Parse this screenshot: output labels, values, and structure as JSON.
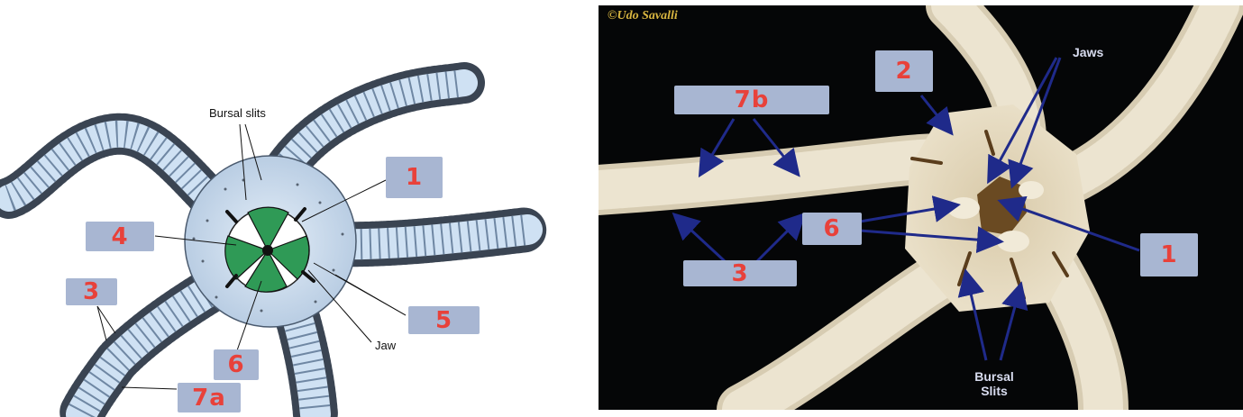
{
  "left_diagram": {
    "annotations": {
      "bursal_slits": "Bursal slits",
      "jaw": "Jaw"
    },
    "tags": {
      "tag_1": "1",
      "tag_4": "4",
      "tag_3": "3",
      "tag_5": "5",
      "tag_6": "6",
      "tag_7a": "7a"
    }
  },
  "right_photo": {
    "credit": "©Udo Savalli",
    "annotations": {
      "jaws": "Jaws",
      "bursal_slits_line1": "Bursal",
      "bursal_slits_line2": "Slits"
    },
    "tags": {
      "tag_2": "2",
      "tag_7b": "7b",
      "tag_6": "6",
      "tag_3": "3",
      "tag_1": "1"
    }
  },
  "colors": {
    "label_box": "#a8b6d2",
    "label_text": "#e8413a",
    "diagram_arm": "#cfe1f3",
    "diagram_jaw": "#2f9a56",
    "photo_background": "#050607",
    "photo_arm": "#e6dcc4",
    "photo_arrow": "#1f2a8a"
  }
}
